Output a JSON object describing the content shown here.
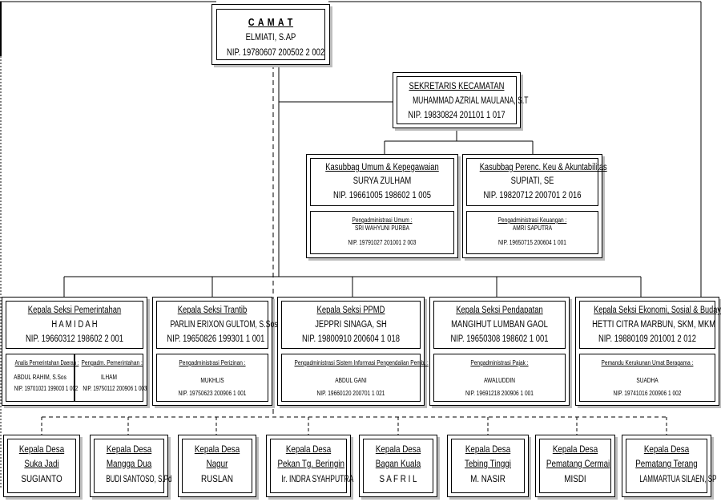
{
  "camat": {
    "title": "C A M A T",
    "name": "ELMIATI, S.AP",
    "nip": "NIP. 19780607 200502 2 002"
  },
  "sekretaris": {
    "title": "SEKRETARIS KECAMATAN",
    "name": "MUHAMMAD AZRIAL MAULANA, S.T",
    "nip": "NIP. 19830824 201101 1 017"
  },
  "kasubbag": [
    {
      "title": "Kasubbag Umum & Kepegawaian",
      "name": "SURYA ZULHAM",
      "nip": "NIP. 19661005 198602 1 005",
      "staff": [
        {
          "role": "Pengadministrasi Umum :",
          "name": "SRI WAHYUNI PURBA",
          "nip": "NIP. 19791027 201001 2 003"
        }
      ]
    },
    {
      "title": "Kasubbag Perenc. Keu & Akuntabilitas",
      "name": "SUPIATI, SE",
      "nip": "NIP. 19820712 200701 2 016",
      "staff": [
        {
          "role": "Pengadministrasi Keuangan :",
          "name": "AMRI SAPUTRA",
          "nip": "NIP. 19650715 200604 1 001"
        }
      ]
    }
  ],
  "seksi": [
    {
      "title": "Kepala Seksi Pemerintahan",
      "name": "H A M I D A H",
      "nip": "NIP. 19660312 198602 2 001",
      "staff": [
        {
          "role": "Analis Pemerintahan Daerah :",
          "name": "ABDUL RAHIM, S.Sos",
          "nip": "NIP. 19701021 199003 1 002"
        },
        {
          "role": "Pengadm. Pemerintahan :",
          "name": "ILHAM",
          "nip": "NIP. 19750112 200906 1 003"
        }
      ]
    },
    {
      "title": "Kepala Seksi Trantib",
      "name": "PARLIN ERIXON GULTOM, S.Sos",
      "nip": "NIP. 19650826 199301 1 001",
      "staff": [
        {
          "role": "Pengadministrasi Perizinan :",
          "name": "MUKHLIS",
          "nip": "NIP. 19750623 200906 1 001"
        }
      ]
    },
    {
      "title": "Kepala Seksi PPMD",
      "name": "JEPPRI SINAGA, SH",
      "nip": "NIP. 19800910 200604 1 018",
      "staff": [
        {
          "role": "Pengadministrasi Sistem Informasi Pengendalian Pemb. :",
          "name": "ABDUL GANI",
          "nip": "NIP. 19660120 200701 1 021"
        }
      ]
    },
    {
      "title": "Kepala Seksi Pendapatan",
      "name": "MANGIHUT LUMBAN GAOL",
      "nip": "NIP. 19650308 198602 1 001",
      "staff": [
        {
          "role": "Pengadministrasi Pajak :",
          "name": "AWALUDDIN",
          "nip": "NIP. 19691218 200906 1 001"
        }
      ]
    },
    {
      "title": "Kepala Seksi Ekonomi, Sosial & Budaya",
      "name": "HETTI CITRA MARBUN, SKM, MKM",
      "nip": "NIP. 19880109 201001 2 012",
      "staff": [
        {
          "role": "Pemandu Kerukunan Umat Beragama :",
          "name": "SUADHA",
          "nip": "NIP. 19741016 200906 1 002"
        }
      ]
    }
  ],
  "desa": [
    {
      "title": "Kepala Desa",
      "village": "Suka Jadi",
      "name": "SUGIANTO"
    },
    {
      "title": "Kepala Desa",
      "village": "Mangga Dua",
      "name": "BUDI SANTOSO, S.Pd"
    },
    {
      "title": "Kepala Desa",
      "village": "Nagur",
      "name": "RUSLAN"
    },
    {
      "title": "Kepala Desa",
      "village": "Pekan Tg. Beringin",
      "name": "Ir. INDRA SYAHPUTRA"
    },
    {
      "title": "Kepala Desa",
      "village": "Bagan Kuala",
      "name": "S A F R I L"
    },
    {
      "title": "Kepala Desa",
      "village": "Tebing Tinggi",
      "name": "M. NASIR"
    },
    {
      "title": "Kepala Desa",
      "village": "Pematang Cermai",
      "name": "MISDI"
    },
    {
      "title": "Kepala Desa",
      "village": "Pematang Terang",
      "name": "LAMMARTUA SILAEN, SP"
    }
  ]
}
